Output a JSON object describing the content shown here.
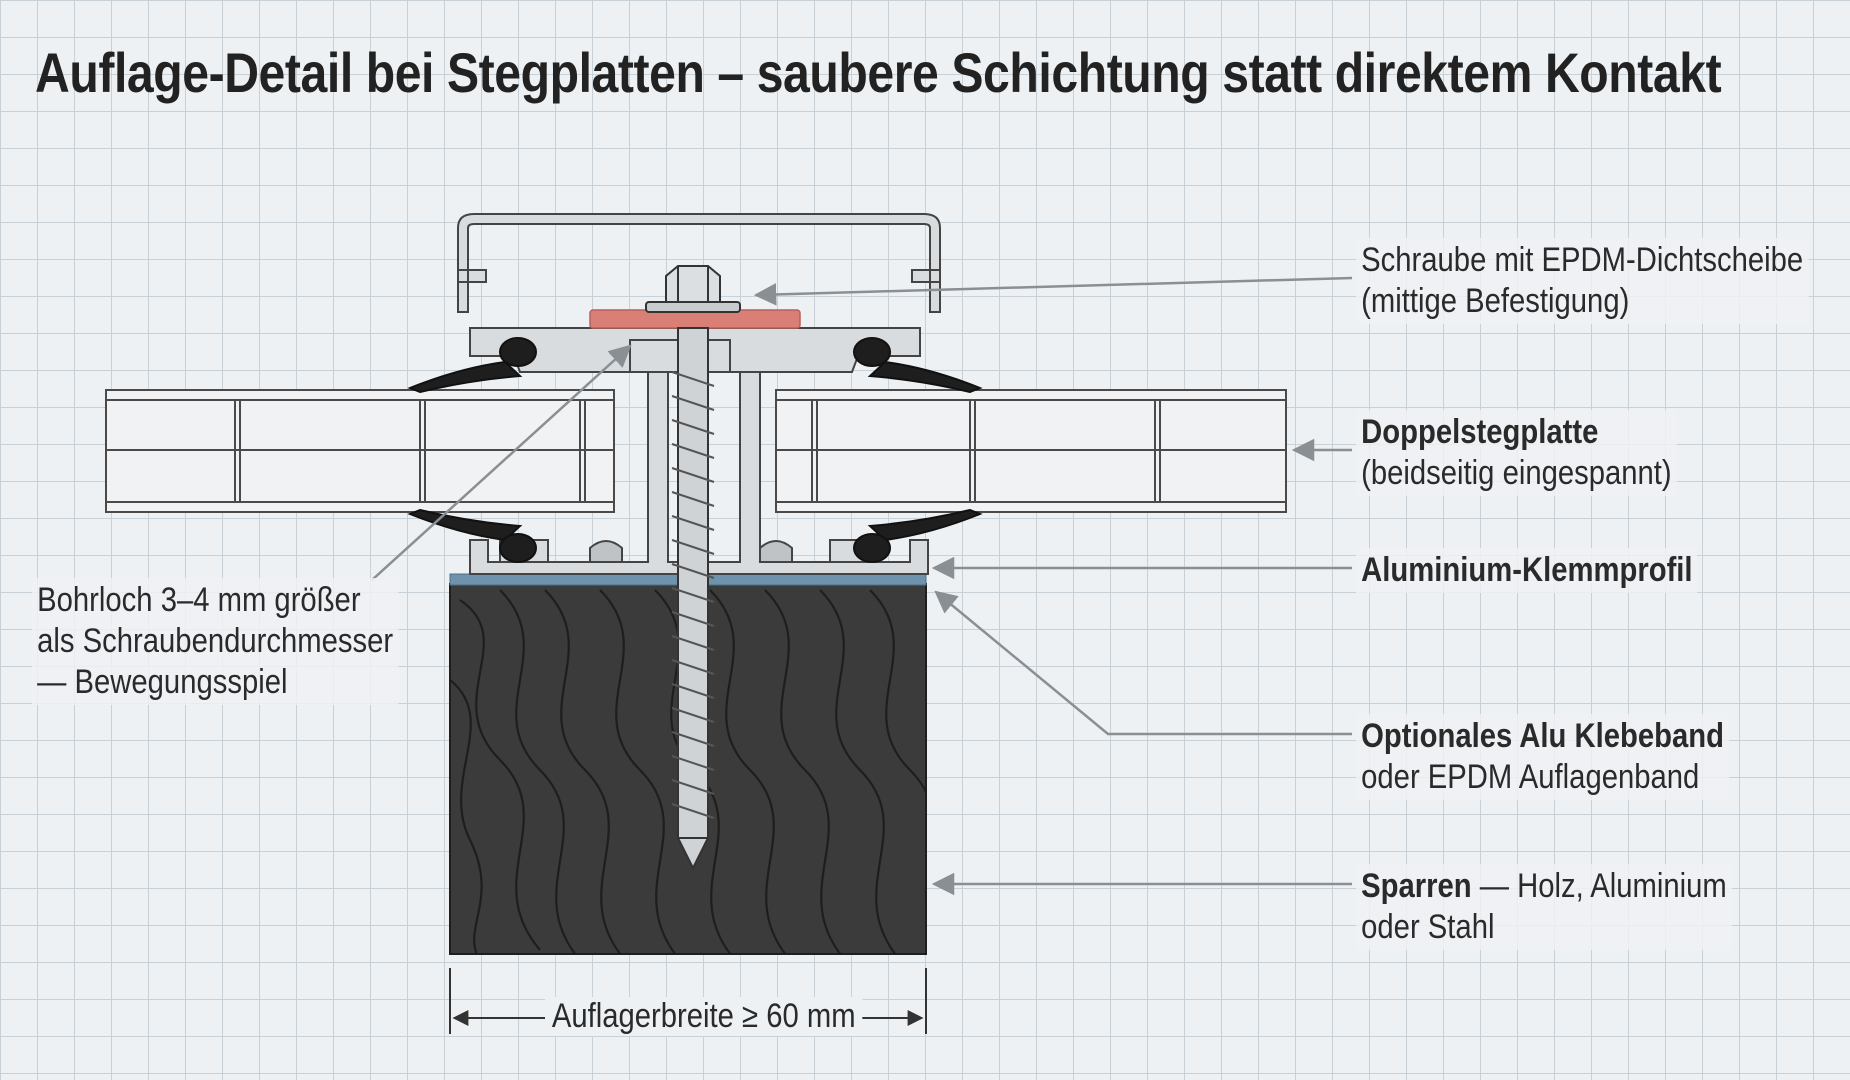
{
  "title": "Auflage-Detail bei Stegplatten – saubere Schichtung statt direktem Kontakt",
  "labels": {
    "screw": {
      "line1": "Schraube mit EPDM-Dichtscheibe",
      "line2": "(mittige Befestigung)"
    },
    "panel": {
      "bold": "Doppelstegplatte",
      "line2": "(beidseitig eingespannt)"
    },
    "clamp": {
      "bold": "Aluminium-Klemmprofil"
    },
    "tape": {
      "bold": "Optionales Alu Klebeband",
      "line2": "oder EPDM Auflagenband"
    },
    "rafter": {
      "bold": "Sparren",
      "rest": " — Holz, Aluminium",
      "line2": "oder Stahl"
    },
    "drill": {
      "line1": "Bohrloch 3–4 mm größer",
      "line2": "als Schraubendurchmesser",
      "line3": "— Bewegungsspiel"
    }
  },
  "dimension": {
    "text": "Auflagerbreite ≥ 60 mm"
  },
  "colors": {
    "wood": "#3b3b3c",
    "aluminium": "#d9dcde",
    "epdm_washer": "#d97f76",
    "tape": "#6f93ad",
    "gasket": "#1e1e1e"
  }
}
